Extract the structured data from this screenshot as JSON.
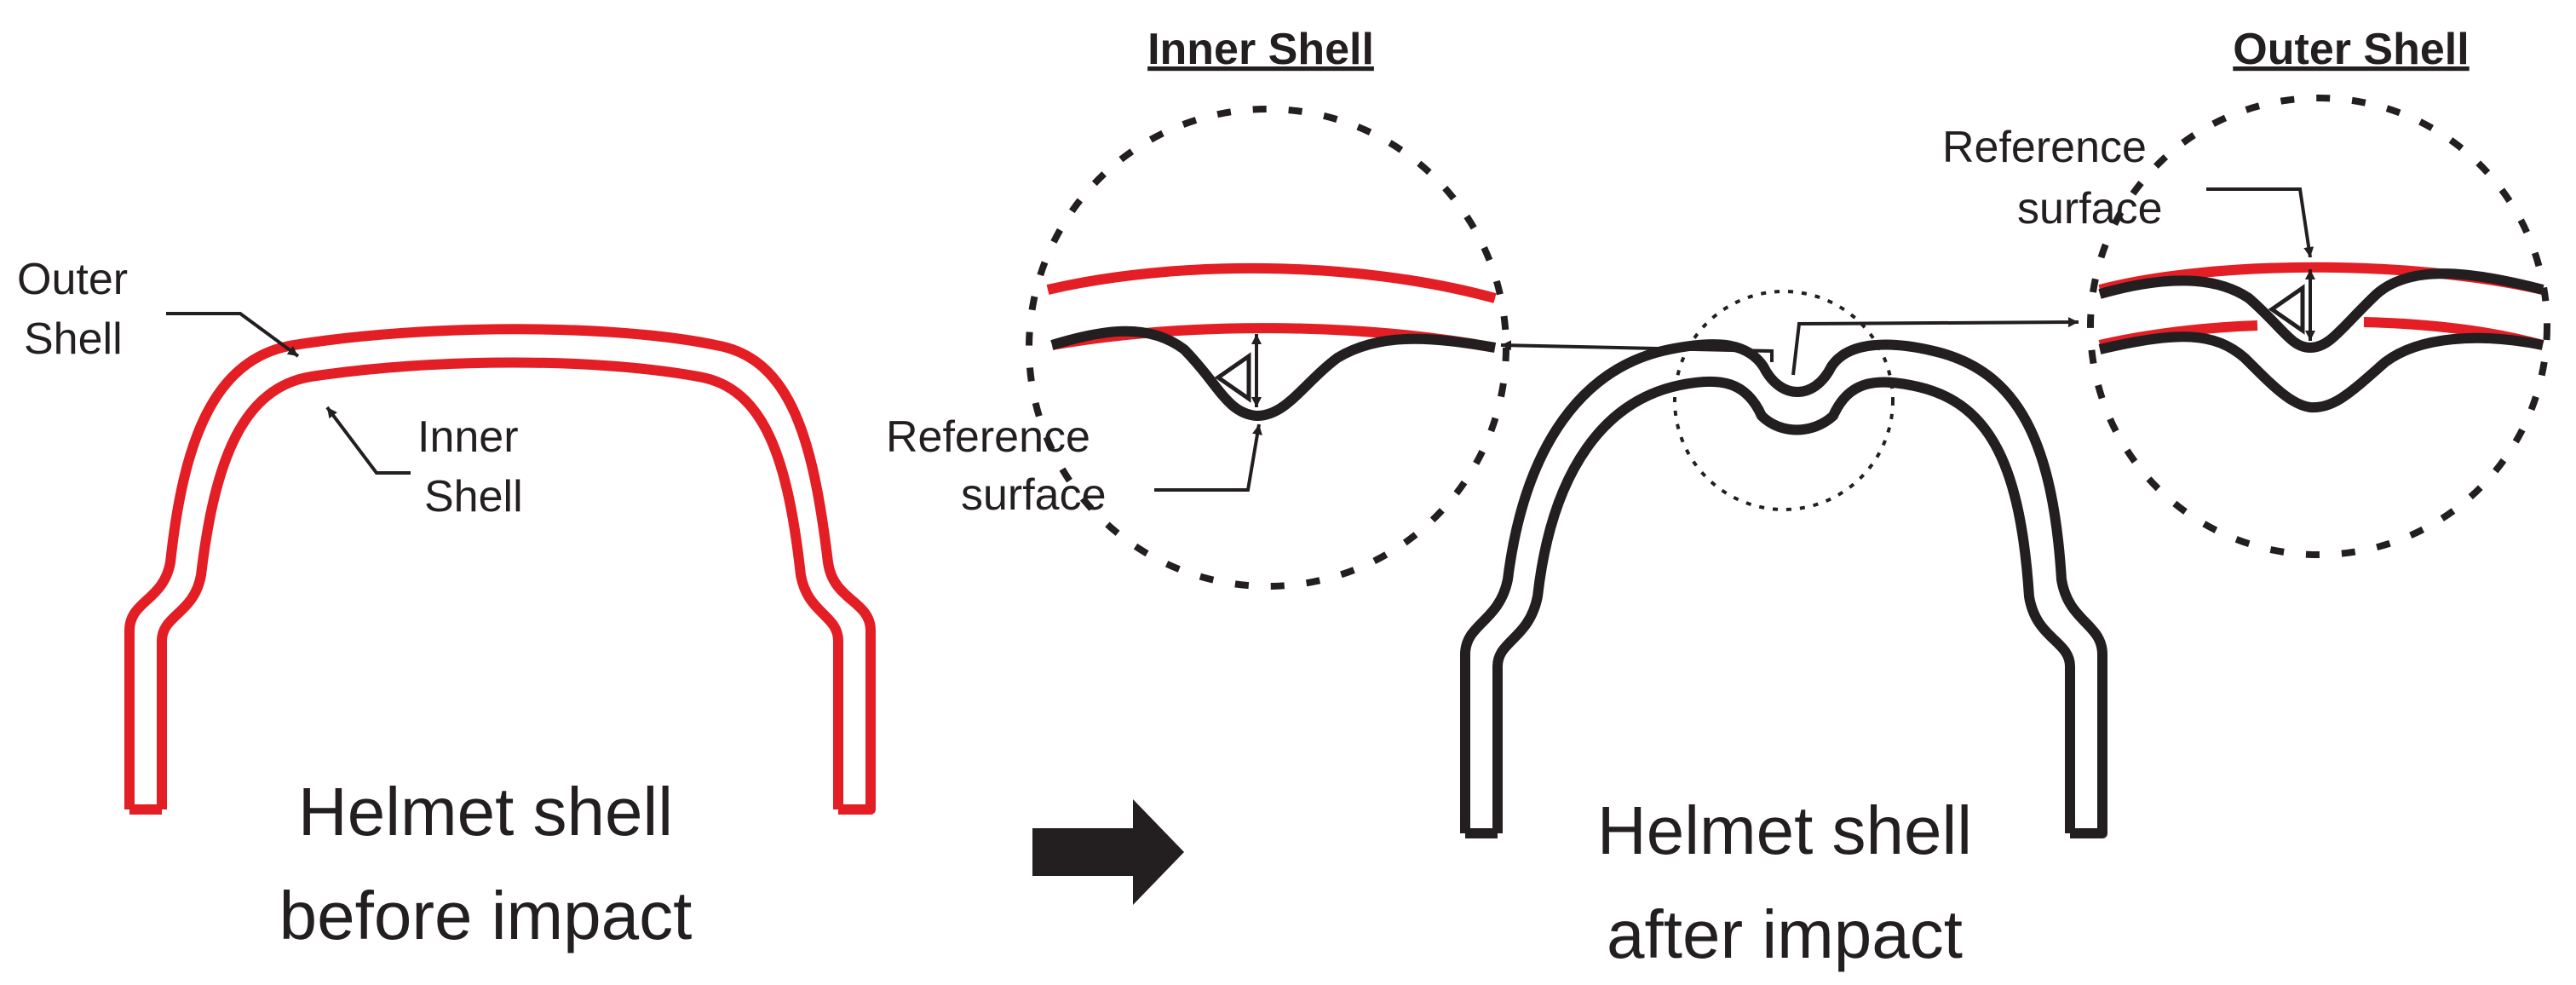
{
  "colors": {
    "shell_before": "#e31e24",
    "shell_after": "#231f20",
    "text": "#231f20"
  },
  "labels": {
    "outer_shell_line1": "Outer",
    "outer_shell_line2": "Shell",
    "inner_shell_line1": "Inner",
    "inner_shell_line2": "Shell",
    "before_line1": "Helmet shell",
    "before_line2": "before impact",
    "after_line1": "Helmet shell",
    "after_line2": "after impact",
    "inner_detail_title": "Inner Shell",
    "outer_detail_title": "Outer Shell",
    "ref_inner_line1": "Reference",
    "ref_inner_line2": "surface",
    "ref_outer_line1": "Reference",
    "ref_outer_line2": "surface",
    "delta_symbol_inner": "Δ",
    "delta_symbol_outer": "Δ"
  }
}
